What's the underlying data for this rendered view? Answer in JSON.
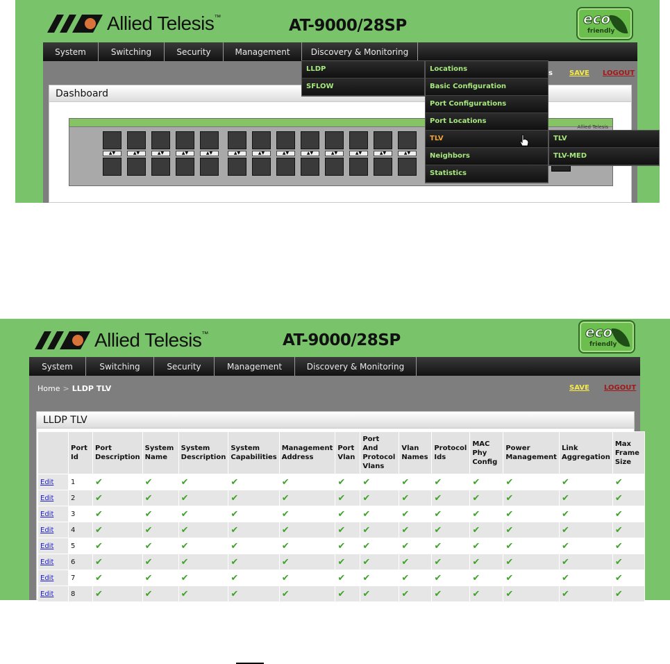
{
  "app": {
    "brand": "Allied Telesis",
    "trademark": "™",
    "model": "AT-9000/28SP",
    "eco_label": "eco",
    "eco_sub": "friendly"
  },
  "nav": {
    "items": [
      "System",
      "Switching",
      "Security",
      "Management",
      "Discovery & Monitoring"
    ]
  },
  "top": {
    "panel_title": "Dashboard",
    "menu_lldp": {
      "items": [
        "LLDP",
        "SFLOW"
      ]
    },
    "menu_sub": {
      "items": [
        "Locations",
        "Basic Configuration",
        "Port Configurations",
        "Port Locations",
        "TLV",
        "Neighbors",
        "Statistics"
      ],
      "active": "TLV"
    },
    "menu_tlv": {
      "items": [
        "TLV",
        "TLV-MED"
      ]
    },
    "links_prefix": "s",
    "save": "SAVE",
    "logout": "LOGOUT",
    "device_brand": "Allied Telesis"
  },
  "bottom": {
    "breadcrumb": {
      "home": "Home",
      "sep": ">",
      "current": "LLDP TLV"
    },
    "save": "SAVE",
    "logout": "LOGOUT",
    "panel_title": "LLDP TLV",
    "table": {
      "headers": [
        "",
        "Port Id",
        "Port Description",
        "System Name",
        "System Description",
        "System Capabilities",
        "Management Address",
        "Port Vlan",
        "Port And Protocol Vlans",
        "Vlan Names",
        "Protocol Ids",
        "MAC Phy Config",
        "Power Management",
        "Link Aggregation",
        "Max Frame Size"
      ],
      "edit_label": "Edit",
      "check_glyph": "✔",
      "ports": [
        "1",
        "2",
        "3",
        "4",
        "5",
        "6",
        "7",
        "8"
      ]
    }
  }
}
